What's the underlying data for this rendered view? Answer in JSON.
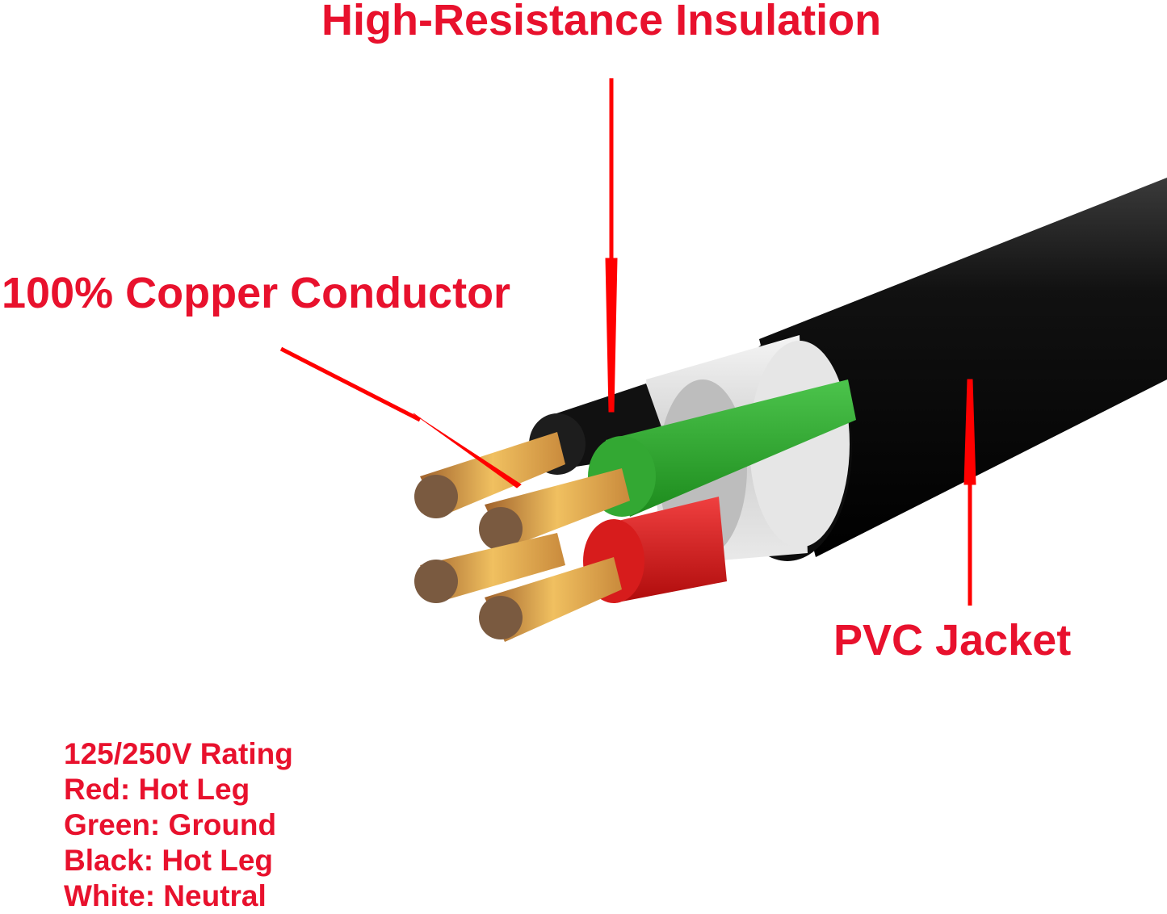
{
  "labels": {
    "insulation": "High-Resistance Insulation",
    "conductor": "100% Copper Conductor",
    "jacket": "PVC Jacket"
  },
  "specs": [
    "125/250V Rating",
    "Red: Hot Leg",
    "Green: Ground",
    "Black: Hot Leg",
    "White: Neutral"
  ],
  "colors": {
    "label": "#e8112d",
    "jacket": "#0a0a0a",
    "green_wire": "#2fa52f",
    "red_wire": "#e01a1a",
    "copper": "#d89a4a"
  }
}
